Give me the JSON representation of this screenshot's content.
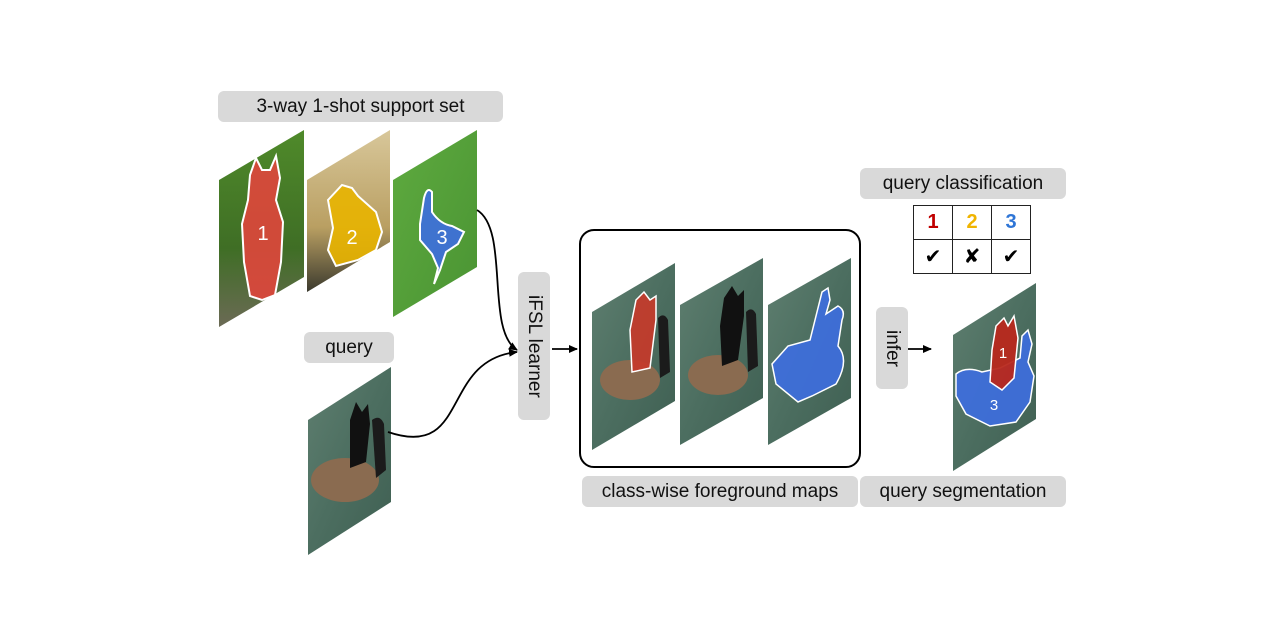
{
  "labels": {
    "support_set": "3-way 1-shot support set",
    "query": "query",
    "learner": "iFSL learner",
    "foreground_maps": "class-wise foreground maps",
    "infer": "infer",
    "query_classification": "query classification",
    "query_segmentation": "query segmentation"
  },
  "support_images": [
    {
      "number": "1",
      "color": "#e0463c"
    },
    {
      "number": "2",
      "color": "#e8b400"
    },
    {
      "number": "3",
      "color": "#3d6ee0"
    }
  ],
  "classification": {
    "classes": [
      {
        "number": "1",
        "color": "#c00000"
      },
      {
        "number": "2",
        "color": "#f0b400"
      },
      {
        "number": "3",
        "color": "#2e75d6"
      }
    ],
    "results": [
      "✔",
      "✘",
      "✔"
    ]
  },
  "segmentation_labels": [
    "1",
    "3"
  ]
}
